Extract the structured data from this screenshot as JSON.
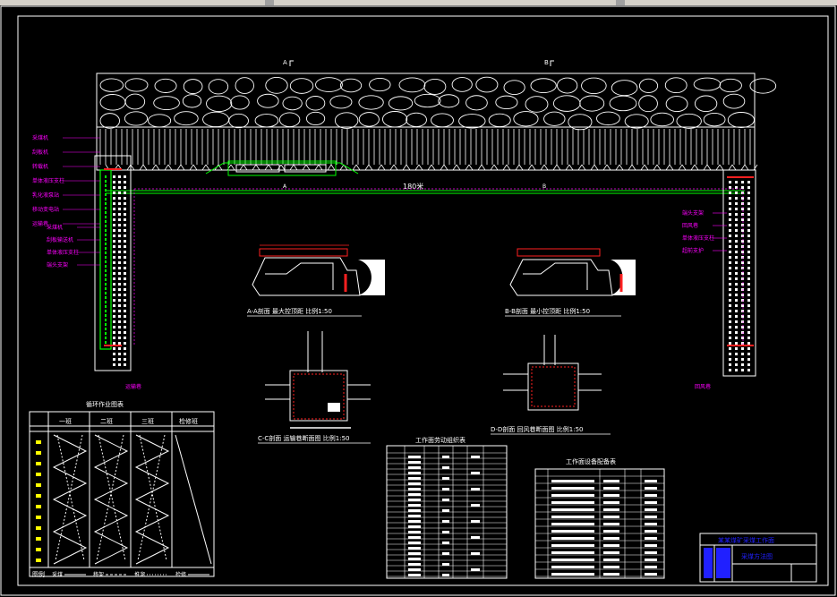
{
  "section_markers": {
    "a_top": "A",
    "b_top": "B",
    "a_mid": "A",
    "b_mid": "B"
  },
  "main": {
    "distance_label": "180米",
    "left_labels": [
      "采煤机",
      "刮板机",
      "转载机",
      "单体液压支柱",
      "乳化液泵站",
      "移动变电站",
      "运输巷",
      "采煤机",
      "刮板输送机",
      "单体液压支柱",
      "端头支架"
    ],
    "right_labels": [
      "端头支架",
      "回风巷",
      "单体液压支柱",
      "超前支护"
    ],
    "bottom_left_label": "运输巷",
    "bottom_right_label": "回风巷"
  },
  "sections": {
    "aa": "A-A剖面  最大控顶距  比例1:50",
    "bb": "B-B剖面  最小控顶距  比例1:50",
    "cc": "C-C剖面  运输巷断面图  比例1:50",
    "dd": "D-D剖面  回风巷断面图  比例1:50"
  },
  "cycle_chart": {
    "title": "循环作业图表",
    "columns": [
      "一班",
      "二班",
      "三班",
      "检修班"
    ],
    "legend_title": "图例",
    "legend_items": [
      "采煤",
      "移架",
      "推溜",
      "检修"
    ]
  },
  "tables": {
    "labor_title": "工作面劳动组织表",
    "equipment_title": "工作面设备配备表"
  },
  "title_block": {
    "org": "某某煤矿采煤工作面",
    "drawing": "采煤方法图"
  },
  "colors": {
    "magenta": "#ff00ff",
    "green": "#00ff00",
    "red": "#ff2020",
    "white": "#ffffff",
    "yellow": "#ffff00",
    "blue": "#2020ff",
    "cyan": "#00ffff"
  }
}
